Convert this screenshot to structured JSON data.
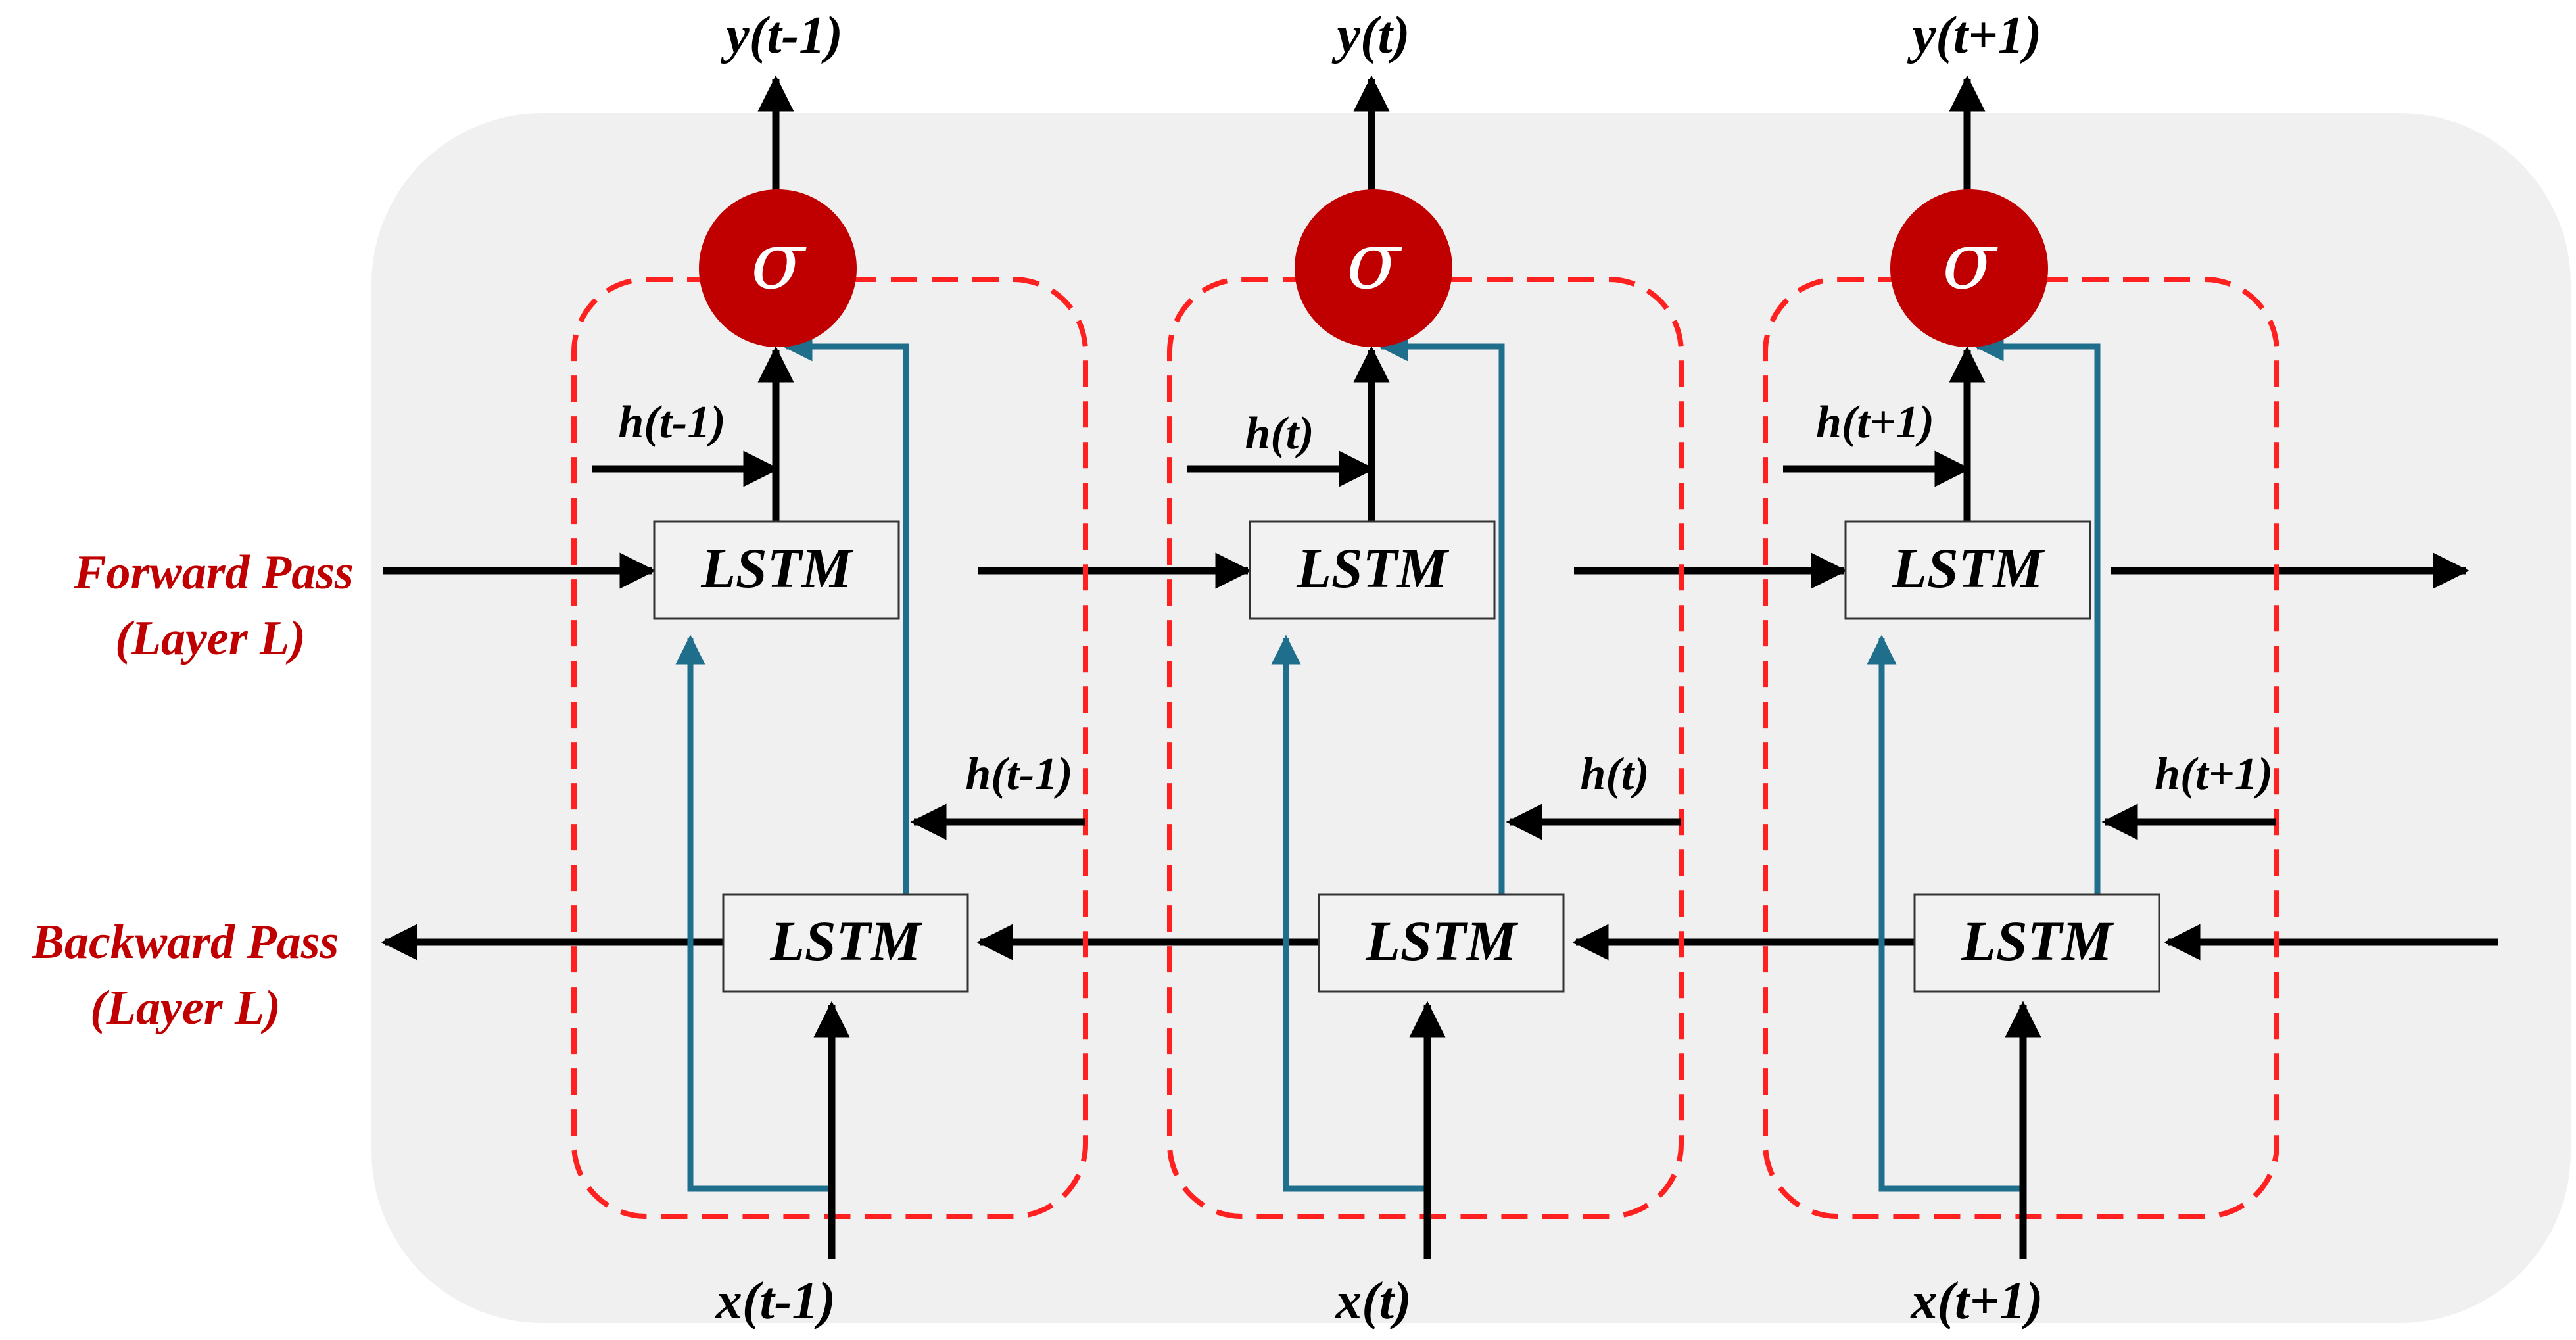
{
  "pass_labels": {
    "forward_line1": "Forward Pass",
    "forward_line2": "(Layer L)",
    "backward_line1": "Backward Pass",
    "backward_line2": "(Layer L)"
  },
  "cells": [
    {
      "output": "y(t-1)",
      "input": "x(t-1)",
      "forward_hidden": "h(t-1)",
      "backward_hidden": "h(t-1)",
      "activation": "σ",
      "forward_block": "LSTM",
      "backward_block": "LSTM"
    },
    {
      "output": "y(t)",
      "input": "x(t)",
      "forward_hidden": "h(t)",
      "backward_hidden": "h(t)",
      "activation": "σ",
      "forward_block": "LSTM",
      "backward_block": "LSTM"
    },
    {
      "output": "y(t+1)",
      "input": "x(t+1)",
      "forward_hidden": "h(t+1)",
      "backward_hidden": "h(t+1)",
      "activation": "σ",
      "forward_block": "LSTM",
      "backward_block": "LSTM"
    }
  ],
  "colors": {
    "panel": "#f0f0f0",
    "sigma_fill": "#c00000",
    "cell_border": "#ff2020",
    "pass_label": "#c00000",
    "skip_connection": "#1f6e8c",
    "arrow": "#000000"
  }
}
